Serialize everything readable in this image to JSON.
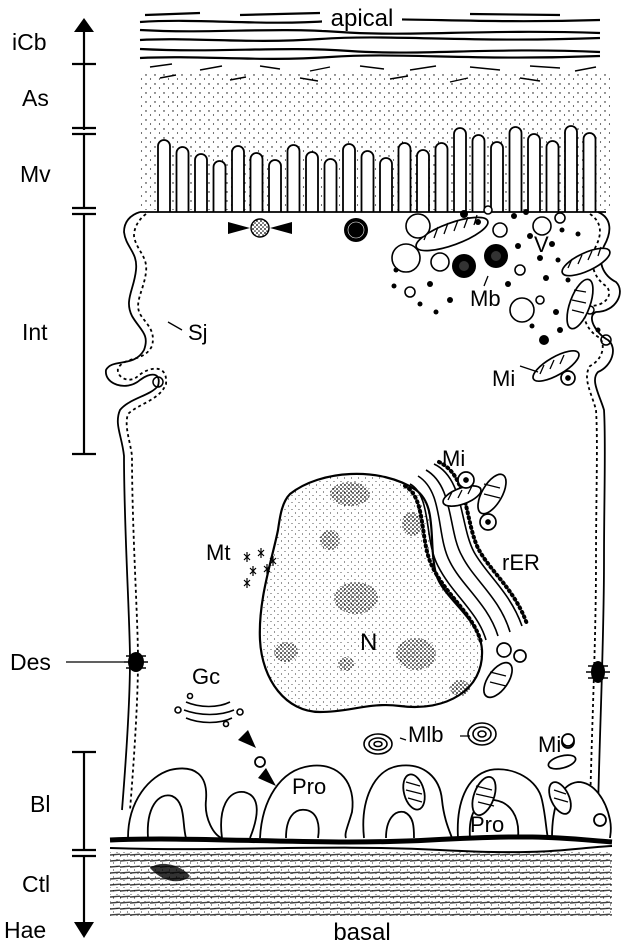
{
  "labels": {
    "apical": "apical",
    "basal": "basal",
    "N": "N",
    "V": "V",
    "Mb": "Mb",
    "Sj": "Sj",
    "Mi_top": "Mi",
    "Mi_mid": "Mi",
    "Mi_low": "Mi",
    "Mt": "Mt",
    "rER": "rER",
    "Gc": "Gc",
    "Mlb": "Mlb",
    "Pro_left": "Pro",
    "Pro_right": "Pro"
  },
  "layers": [
    "iCb",
    "As",
    "Mv",
    "Int",
    "Des",
    "Bl",
    "Ctl",
    "Hae"
  ],
  "colors": {
    "ink": "#000000",
    "paper": "#ffffff"
  }
}
